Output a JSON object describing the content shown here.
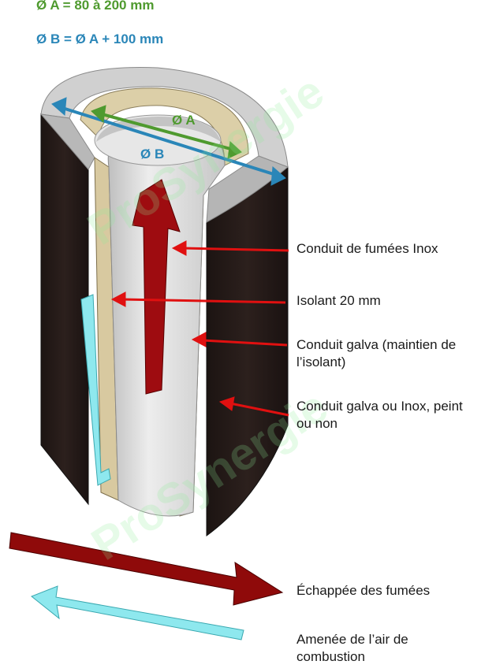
{
  "header": {
    "diam_a": "Ø A = 80 à 200 mm",
    "diam_b": "Ø B = Ø A + 100 mm"
  },
  "dimensions": {
    "a_label": "Ø A",
    "b_label": "Ø B"
  },
  "labels": {
    "flue_inox": "Conduit de fumées Inox",
    "insulation": "Isolant 20 mm",
    "galva_inner": "Conduit galva (maintien de l’isolant)",
    "galva_outer": "Conduit galva ou Inox, peint ou non",
    "exhaust": "Échappée des fumées",
    "air_intake": "Amenée de l’air de combustion"
  },
  "watermark": "ProSynergie",
  "colors": {
    "green": "#4f9a2f",
    "blue": "#2a86b8",
    "red_arrow": "#e01010",
    "dark_red": "#8f0a0a",
    "cyan": "#8ee8ee",
    "outer_shell": "#241a18",
    "insulation": "#dccfa8",
    "steel": "#d4d4d4"
  }
}
